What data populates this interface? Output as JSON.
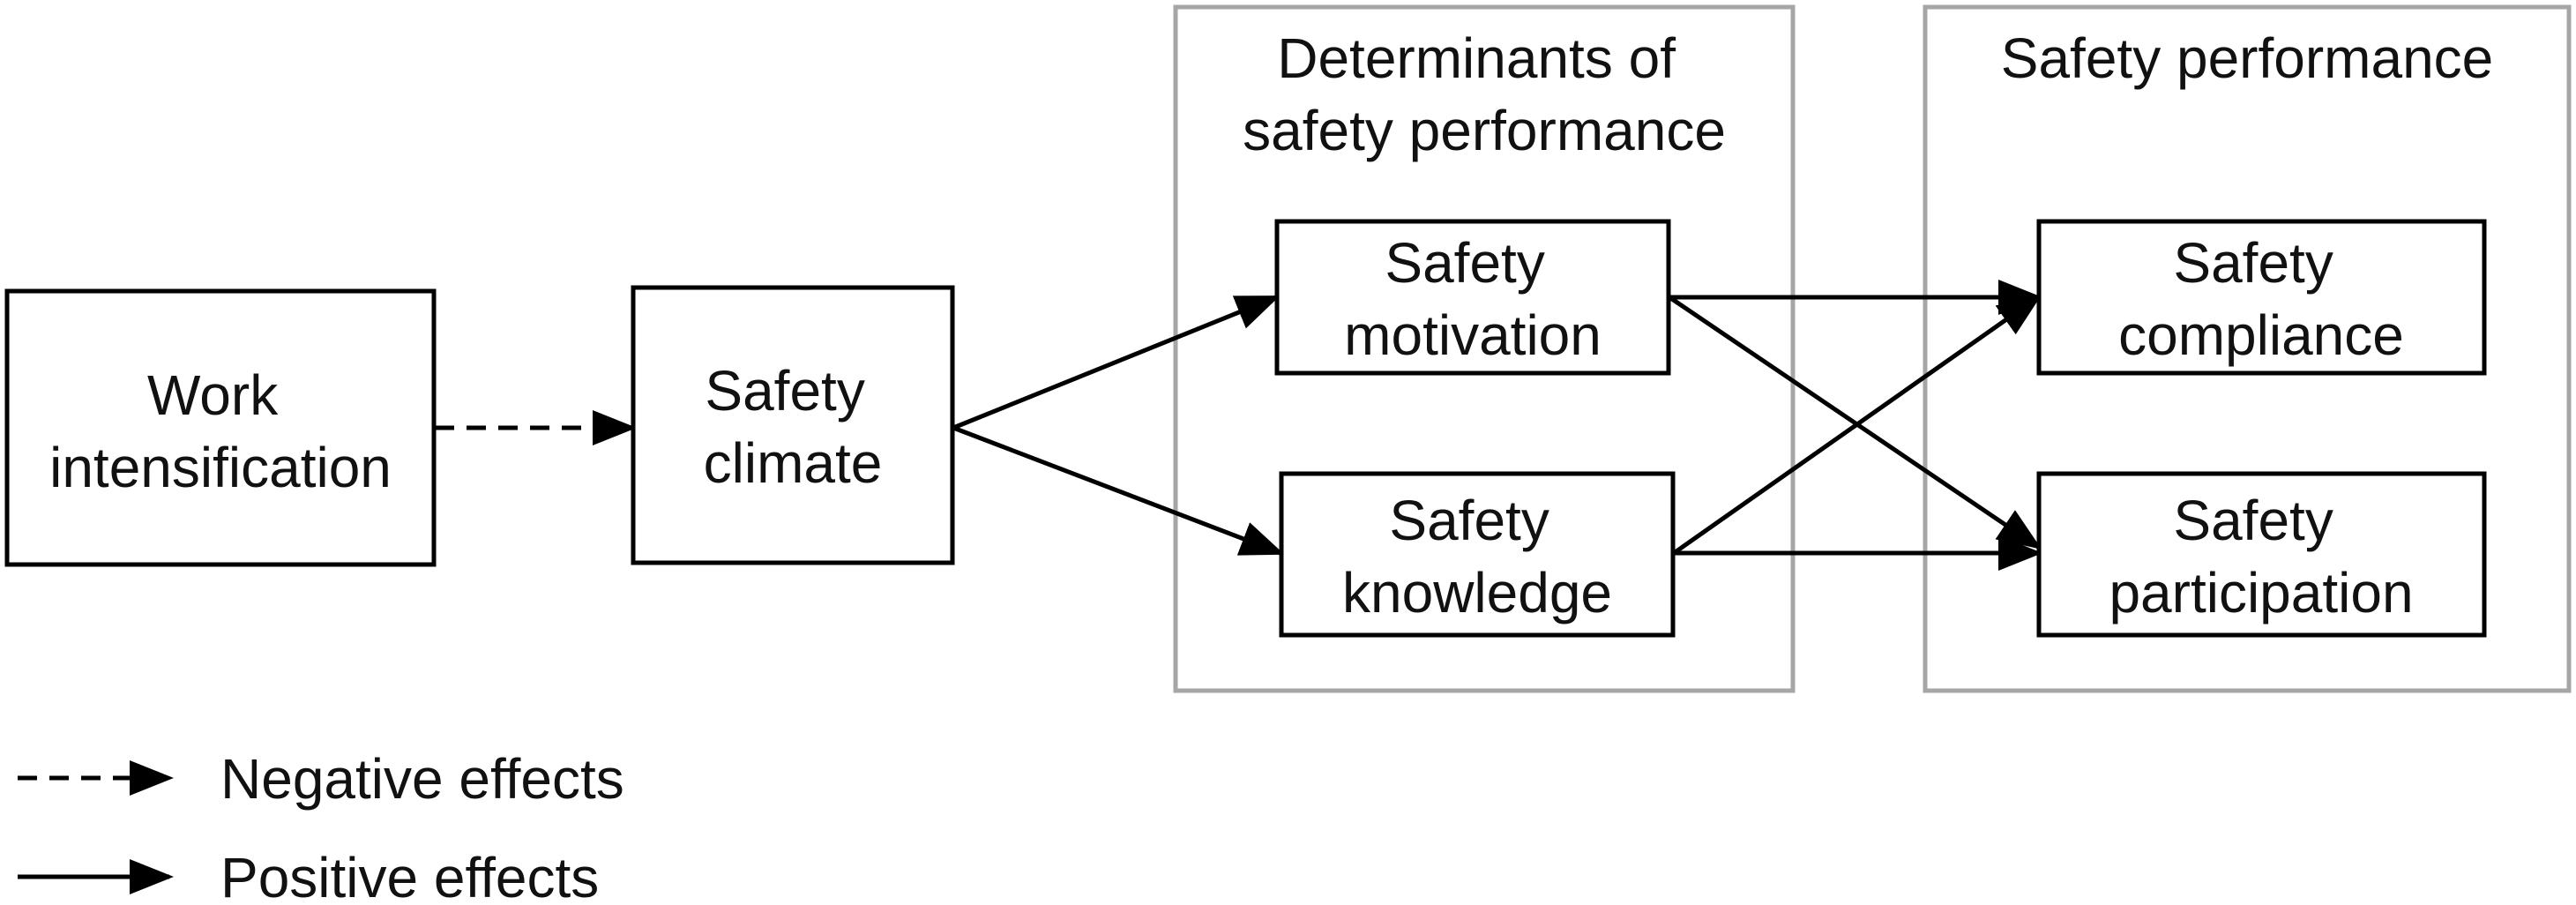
{
  "colors": {
    "node_stroke": "#000000",
    "group_stroke": "#a6a6a6",
    "text": "#111111",
    "background": "#ffffff"
  },
  "groups": [
    {
      "id": "determinants",
      "title_lines": [
        "Determinants of",
        "safety performance"
      ]
    },
    {
      "id": "performance",
      "title_lines": [
        "Safety performance"
      ]
    }
  ],
  "nodes": [
    {
      "id": "work_intensification",
      "lines": [
        "Work",
        "intensification"
      ]
    },
    {
      "id": "safety_climate",
      "lines": [
        "Safety",
        "climate"
      ]
    },
    {
      "id": "safety_motivation",
      "group": "determinants",
      "lines": [
        "Safety",
        "motivation"
      ]
    },
    {
      "id": "safety_knowledge",
      "group": "determinants",
      "lines": [
        "Safety",
        "knowledge"
      ]
    },
    {
      "id": "safety_compliance",
      "group": "performance",
      "lines": [
        "Safety",
        "compliance"
      ]
    },
    {
      "id": "safety_participation",
      "group": "performance",
      "lines": [
        "Safety",
        "participation"
      ]
    }
  ],
  "edges": [
    {
      "from": "work_intensification",
      "to": "safety_climate",
      "effect": "negative",
      "style": "dashed"
    },
    {
      "from": "safety_climate",
      "to": "safety_motivation",
      "effect": "positive",
      "style": "solid"
    },
    {
      "from": "safety_climate",
      "to": "safety_knowledge",
      "effect": "positive",
      "style": "solid"
    },
    {
      "from": "safety_motivation",
      "to": "safety_compliance",
      "effect": "positive",
      "style": "solid"
    },
    {
      "from": "safety_motivation",
      "to": "safety_participation",
      "effect": "positive",
      "style": "solid"
    },
    {
      "from": "safety_knowledge",
      "to": "safety_compliance",
      "effect": "positive",
      "style": "solid"
    },
    {
      "from": "safety_knowledge",
      "to": "safety_participation",
      "effect": "positive",
      "style": "solid"
    }
  ],
  "legend": {
    "items": [
      {
        "style": "dashed",
        "label": "Negative effects"
      },
      {
        "style": "solid",
        "label": "Positive effects"
      }
    ]
  }
}
